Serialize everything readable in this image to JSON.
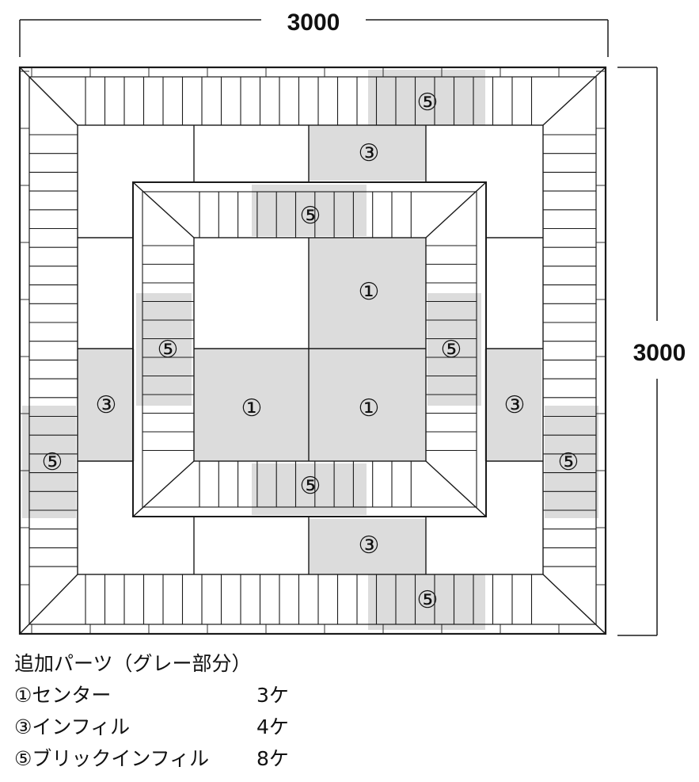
{
  "dimensions": {
    "width": "3000",
    "height": "3000"
  },
  "colors": {
    "gray": "#dcdcdc",
    "line": "#1a1a1a",
    "background": "#ffffff"
  },
  "legend": {
    "title": "追加パーツ（グレー部分）",
    "items": [
      {
        "name": "①センター",
        "count": "3ケ"
      },
      {
        "name": "③インフィル",
        "count": "4ケ"
      },
      {
        "name": "⑤ブリックインフィル",
        "count": "8ケ"
      }
    ]
  },
  "badges": {
    "center": "①",
    "infill": "③",
    "brick": "⑤"
  }
}
